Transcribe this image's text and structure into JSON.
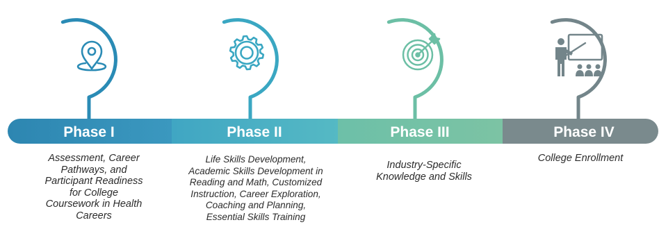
{
  "colors": {
    "phase1": "#2a8bb5",
    "phase2": "#3aa7c2",
    "phase3": "#6cbfa5",
    "phase4": "#73858a",
    "bar1": "#2d86b1",
    "bar2": "#43b1c9",
    "bar3": "#74c2a6",
    "bar4": "#7a8a8d"
  },
  "phases": [
    {
      "label": "Phase I",
      "icon": "map-pin-icon",
      "description": [
        "Assessment, Career",
        "Pathways, and",
        "Participant Readiness",
        "for College",
        "Coursework in Health",
        "Careers"
      ]
    },
    {
      "label": "Phase II",
      "icon": "gear-icon",
      "description": [
        "Life Skills Development,",
        "Academic Skills Development in",
        "Reading and Math, Customized",
        "Instruction, Career Exploration,",
        "Coaching and Planning,",
        "Essential Skills Training"
      ]
    },
    {
      "label": "Phase III",
      "icon": "target-icon",
      "description": [
        "Industry-Specific",
        "Knowledge and Skills"
      ]
    },
    {
      "label": "Phase IV",
      "icon": "presentation-icon",
      "description": [
        "College Enrollment"
      ]
    }
  ]
}
